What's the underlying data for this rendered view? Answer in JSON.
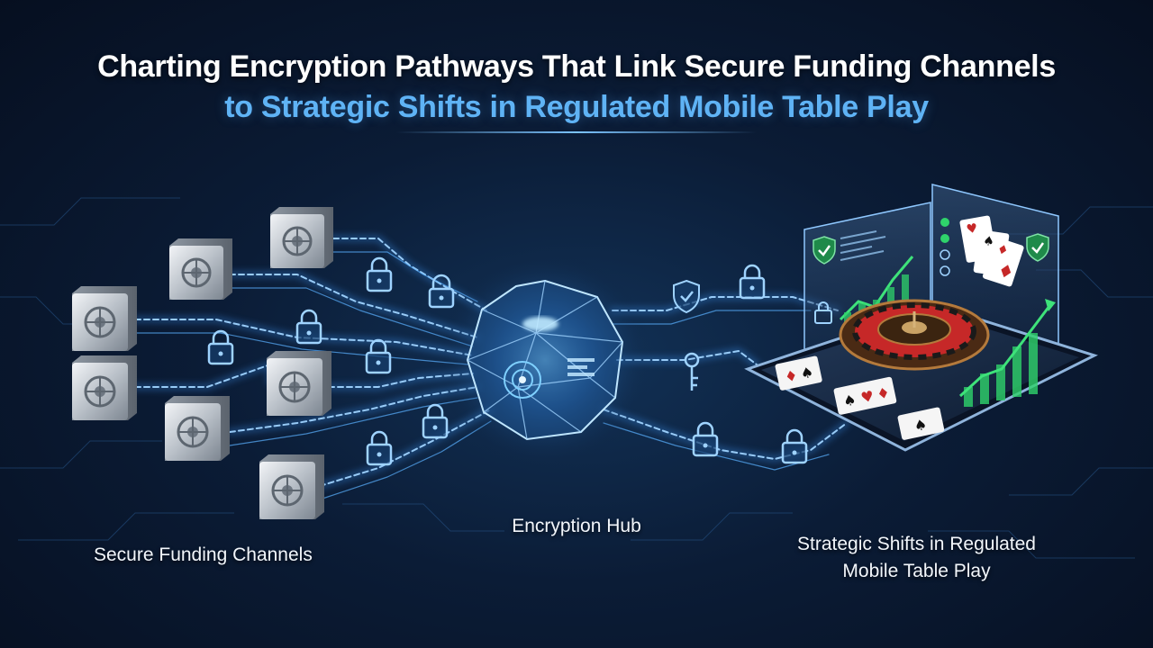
{
  "title": {
    "line1": "Charting Encryption Pathways That Link Secure Funding Channels",
    "line2": "to Strategic Shifts in Regulated Mobile Table Play"
  },
  "labels": {
    "funding": "Secure Funding Channels",
    "hub": "Encryption Hub",
    "shifts_line1": "Strategic Shifts in Regulated",
    "shifts_line2": "Mobile Table Play"
  },
  "colors": {
    "background": "#0b1c36",
    "accent": "#5fb3f5",
    "glow": "#4aa8ff",
    "check": "#2fd36b",
    "roulette_red": "#c62828"
  },
  "icons": [
    "vault-icon",
    "lock-icon",
    "key-icon",
    "shield-check-icon",
    "playing-card-icon",
    "roulette-wheel-icon",
    "trend-chart-icon"
  ]
}
